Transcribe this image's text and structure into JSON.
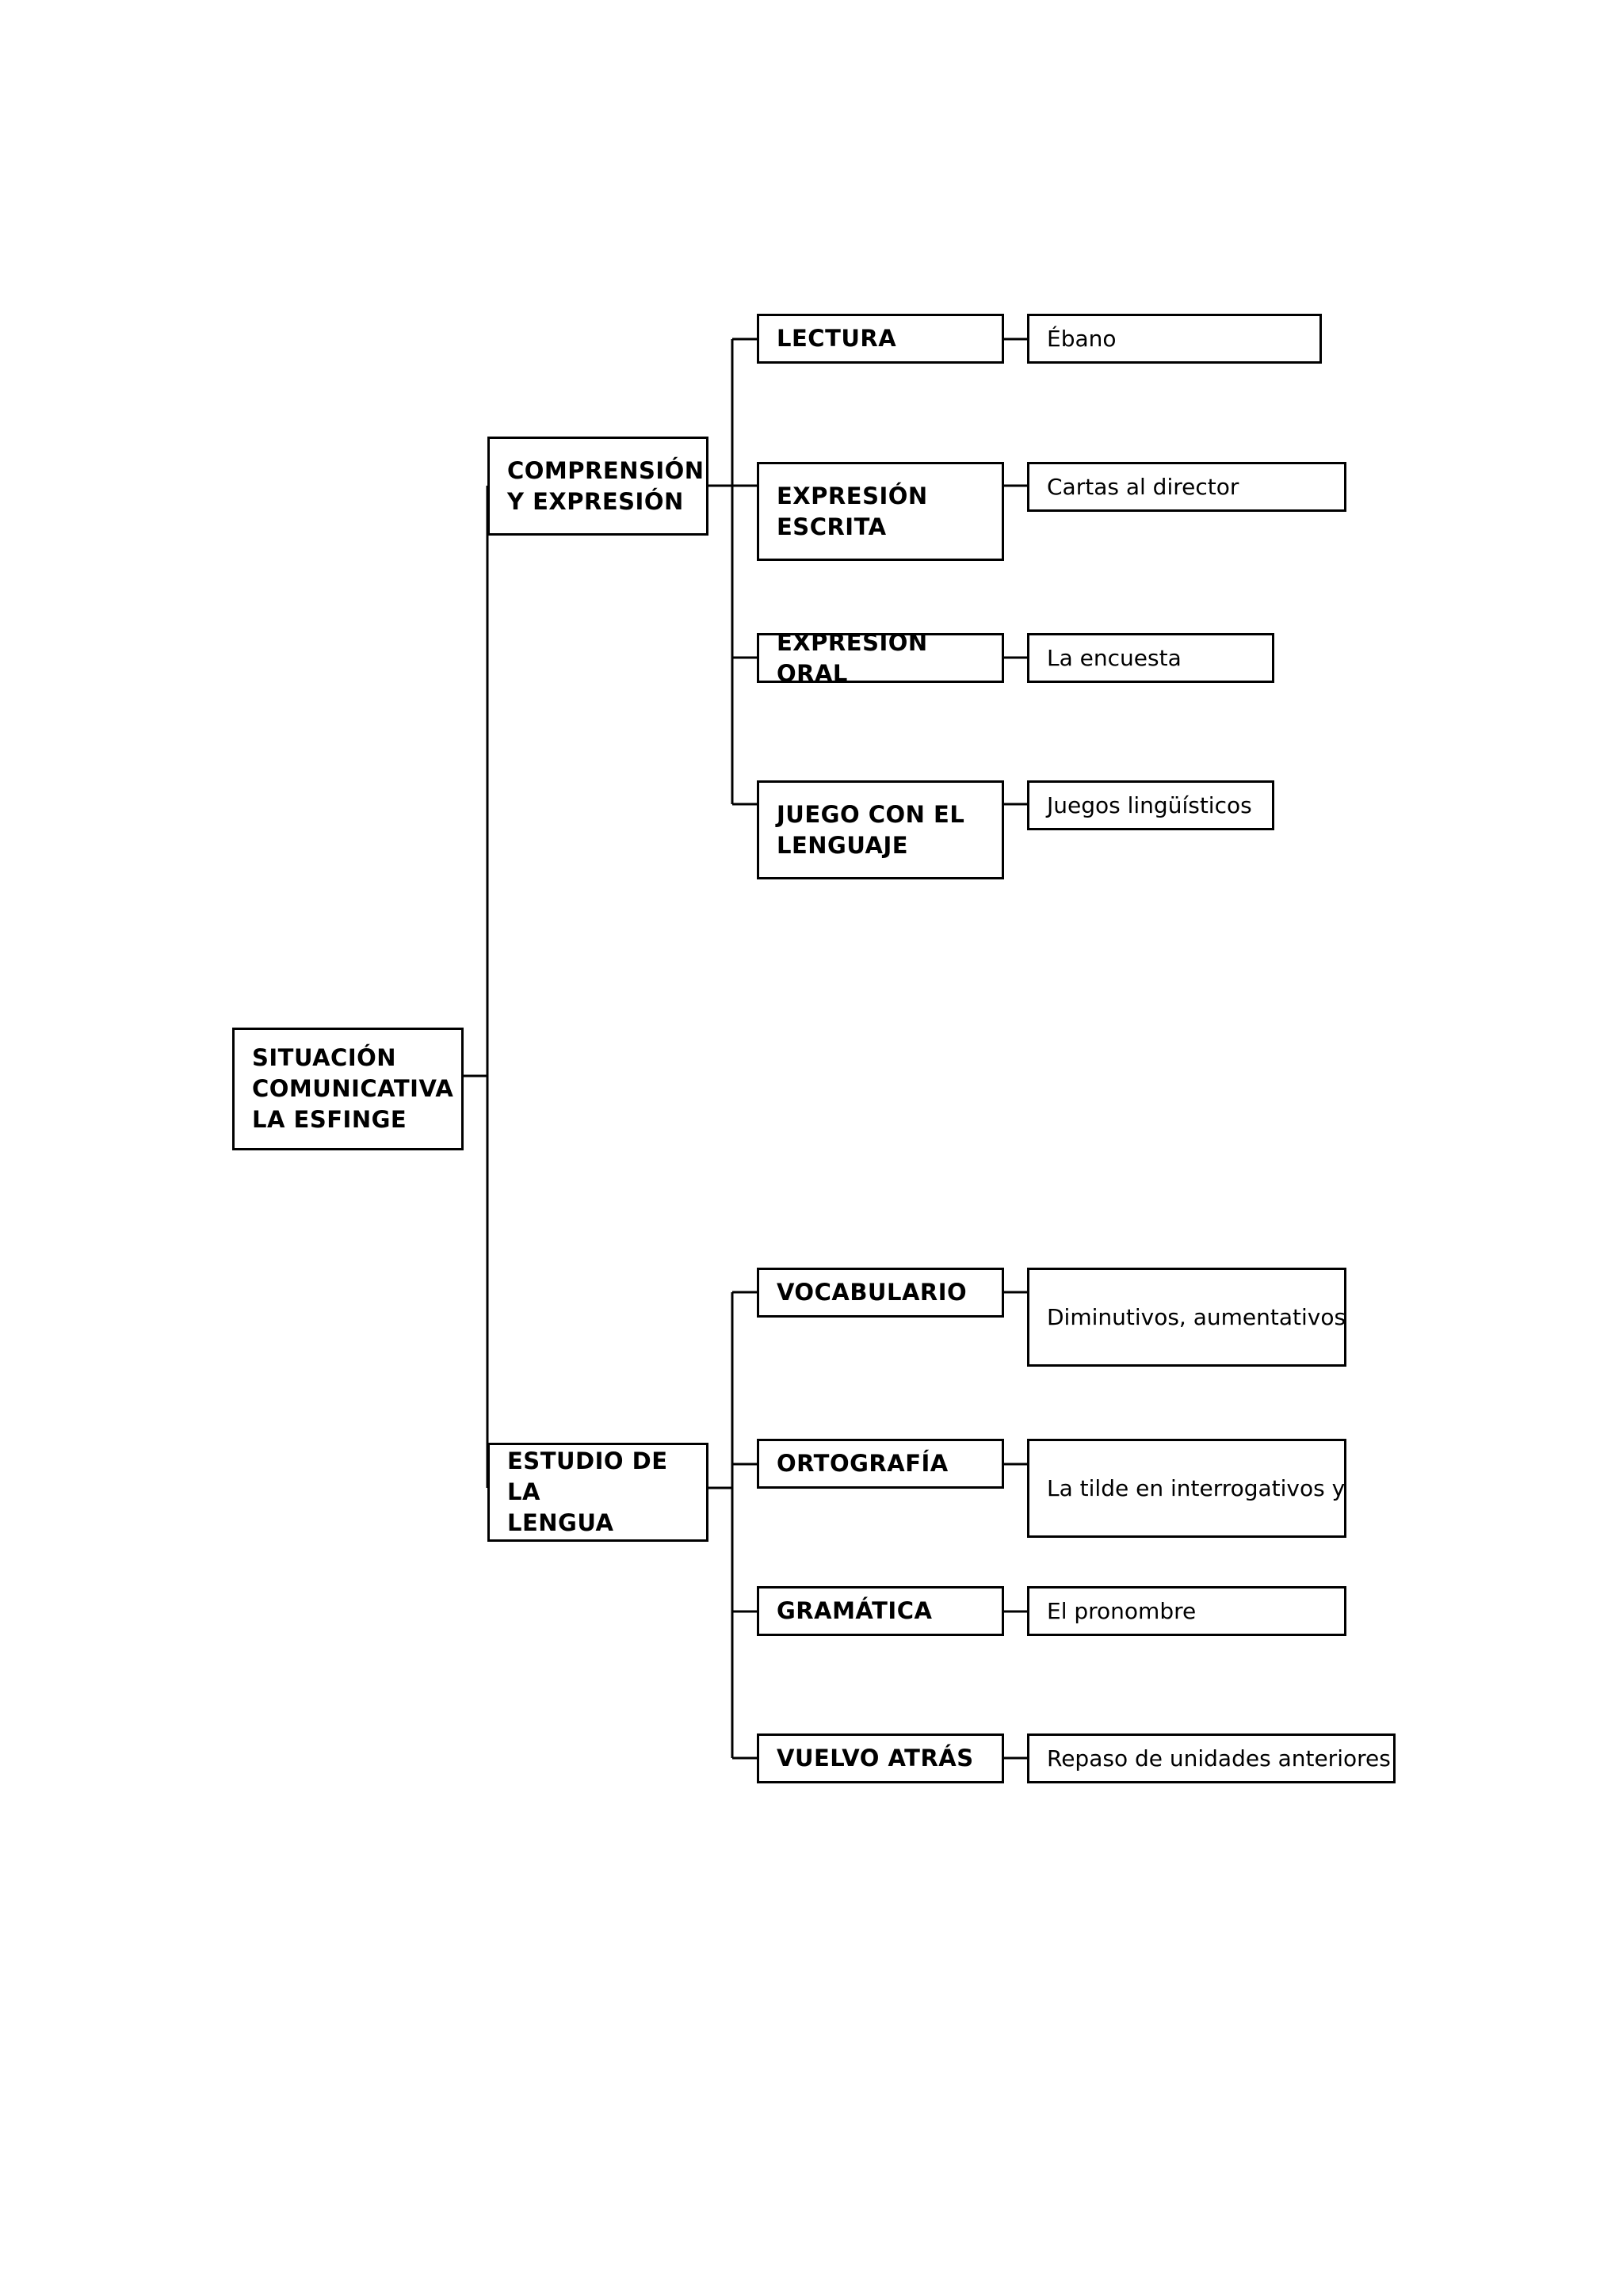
{
  "root": {
    "label": "SITUACIÓN\nCOMUNICATIVA\nLA ESFINGE"
  },
  "branches": [
    {
      "label": "COMPRENSIÓN\nY EXPRESIÓN",
      "children": [
        {
          "label": "LECTURA",
          "detail": "Ébano"
        },
        {
          "label": "EXPRESIÓN\nESCRITA",
          "detail": "Cartas al director"
        },
        {
          "label": "EXPRESIÓN ORAL",
          "detail": "La encuesta"
        },
        {
          "label": "JUEGO CON EL\nLENGUAJE",
          "detail": "Juegos lingüísticos"
        }
      ]
    },
    {
      "label": "ESTUDIO DE LA\nLENGUA",
      "children": [
        {
          "label": "VOCABULARIO",
          "detail": "Diminutivos, aumentativos y"
        },
        {
          "label": "ORTOGRAFÍA",
          "detail": "La tilde en interrogativos y"
        },
        {
          "label": "GRAMÁTICA",
          "detail": "El pronombre"
        },
        {
          "label": "VUELVO ATRÁS",
          "detail": "Repaso de unidades anteriores"
        }
      ]
    }
  ]
}
